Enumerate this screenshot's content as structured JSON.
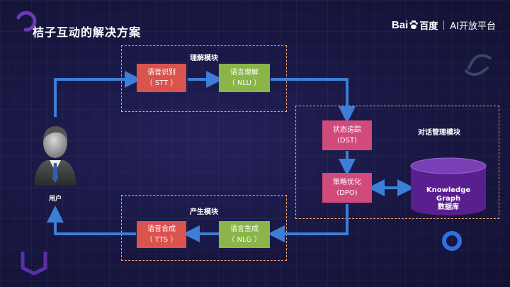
{
  "title": "桔子互动的解决方案",
  "brand": {
    "logo_text_latin": "Bai",
    "logo_text_cn": "百度",
    "platform": "AI开放平台"
  },
  "user_label": "用户",
  "modules": {
    "understanding": "理解模块",
    "dialog_management": "对话管理模块",
    "generation": "产生模块"
  },
  "steps": {
    "asr": {
      "name": "语音识别",
      "abbr": "（ STT ）"
    },
    "nlu": {
      "name": "语言理解",
      "abbr": "（ NLU ）"
    },
    "dst": {
      "name": "状态追踪",
      "abbr": "(DST)"
    },
    "dpo": {
      "name": "策略优化",
      "abbr": "(DPO)"
    },
    "nlg": {
      "name": "语言生成",
      "abbr": "（ NLG ）"
    },
    "tts": {
      "name": "语音合成",
      "abbr": "（ TTS ）"
    }
  },
  "database": {
    "line1": "Knowledge",
    "line2": "Graph",
    "line3": "数据库"
  },
  "colors": {
    "red_box": "#d9534f",
    "green_box": "#8ab548",
    "pink_box": "#d14a7c",
    "arrow": "#3d7fd6",
    "dashed_border": "#f0a36f",
    "db_fill": "#5a1f8f"
  }
}
